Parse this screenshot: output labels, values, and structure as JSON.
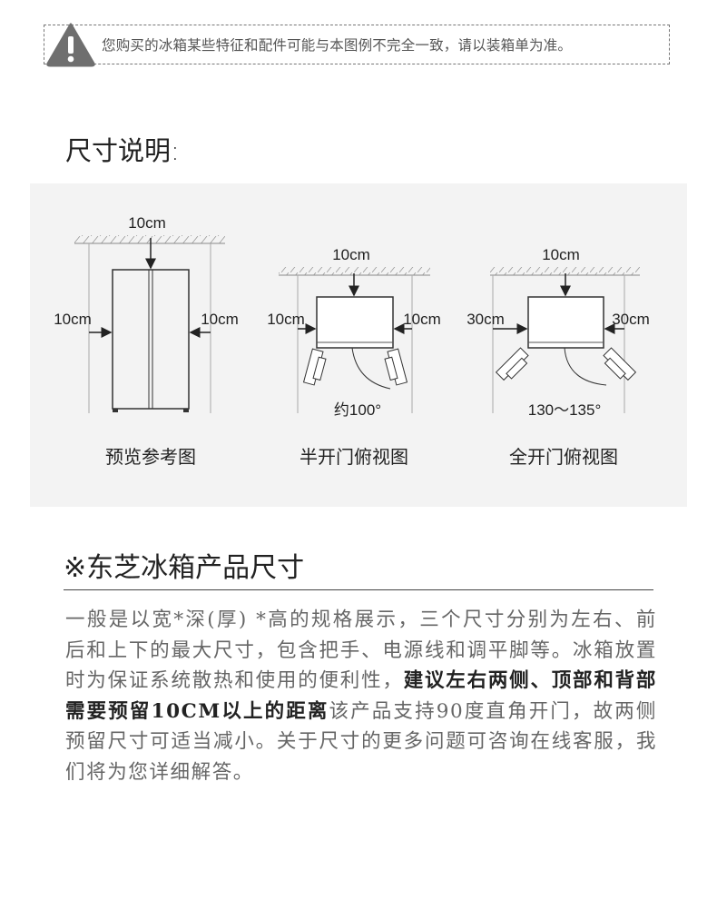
{
  "notice": {
    "icon": "warning-icon",
    "text": "您购买的冰箱某些特征和配件可能与本图例不完全一致，请以装箱单为准。"
  },
  "dimensions_title": "尺寸说明:",
  "diagrams": [
    {
      "caption": "预览参考图",
      "top": "10cm",
      "left": "10cm",
      "right": "10cm"
    },
    {
      "caption": "半开门俯视图",
      "top": "10cm",
      "left": "10cm",
      "right": "10cm",
      "angle": "约100°"
    },
    {
      "caption": "全开门俯视图",
      "top": "10cm",
      "left": "30cm",
      "right": "30cm",
      "angle": "130～135°"
    }
  ],
  "product_title": "※东芝冰箱产品尺寸",
  "description": {
    "part1": "一般是以宽*深(厚) *高的规格展示，三个尺寸分别为左右、前后和上下的最大尺寸，包含把手、电源线和调平脚等。冰箱放置时为保证系统散热和使用的便利性，",
    "bold": "建议左右两侧、顶部和背部需要预留10CM以上的距离",
    "part2": "该产品支持90度直角开门，故两侧预留尺寸可适当减小。关于尺寸的更多问题可咨询在线客服，我们将为您详细解答。"
  }
}
